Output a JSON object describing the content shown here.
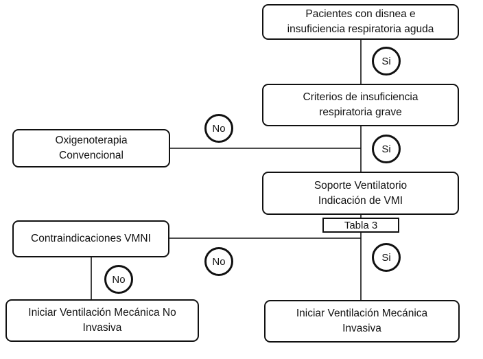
{
  "nodes": {
    "pacientes": {
      "line1": "Pacientes con disnea e",
      "line2": "insuficiencia respiratoria aguda"
    },
    "criterios": {
      "line1": "Criterios de insuficiencia",
      "line2": "respiratoria grave"
    },
    "oxigenoterapia": {
      "line1": "Oxigenoterapia",
      "line2": "Convencional"
    },
    "soporte": {
      "line1": "Soporte Ventilatorio",
      "line2": "Indicación de VMI"
    },
    "contraindicaciones": {
      "line1": "Contraindicaciones VMNI"
    },
    "vmni": {
      "line1": "Iniciar Ventilación Mecánica No",
      "line2": "Invasiva"
    },
    "vmi": {
      "line1": "Iniciar Ventilación Mecánica",
      "line2": "Invasiva"
    }
  },
  "tag": "Tabla 3",
  "decisions": {
    "si1": "Si",
    "si2": "Si",
    "si3": "Si",
    "no1": "No",
    "no2": "No",
    "no3": "No"
  }
}
